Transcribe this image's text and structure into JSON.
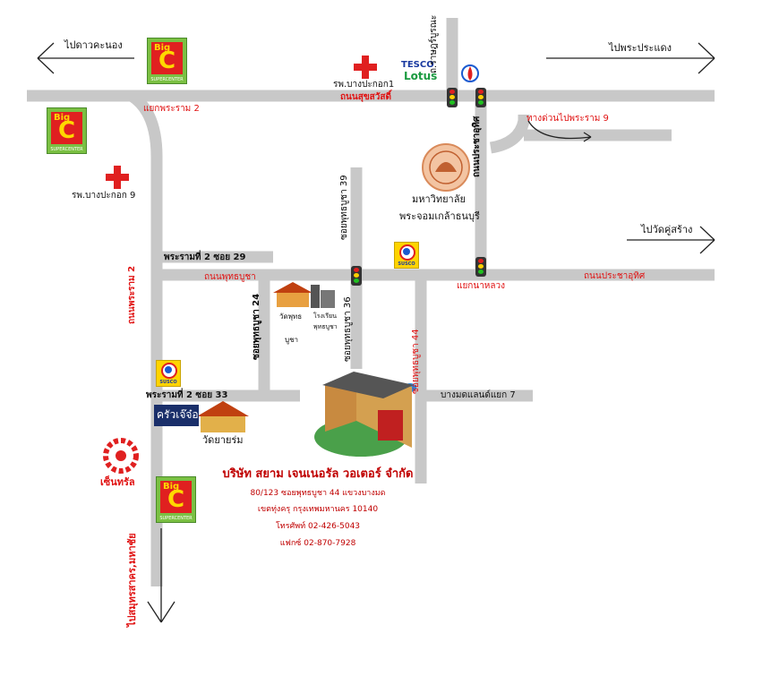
{
  "labels": {
    "to_dao_khanong": "ไปดาวคะนอง",
    "to_phra_pradaeng": "ไปพระประแดง",
    "to_wat_khu_sang": "ไปวัดคู่สร้าง",
    "to_samut_sakhon": "ไปสมุทรสาคร,มหาชัย",
    "yaek_rama2": "แยกพระราม 2",
    "hospital_1": "รพ.บางปะกอก1",
    "road_suksawat": "ถนนสุขสวัสดิ์",
    "rat_burana": "ถ.ราษฎร์บูรณะ",
    "tesco_top": "TESCO",
    "tesco_bottom": "Lotus",
    "expressway": "ทางด่วนไปพระราม 9",
    "road_pracha_uthit_v": "ถนนประชาอุทิศ",
    "university_1": "มหาวิทยาลัย",
    "university_2": "พระจอมเกล้าธนบุรี",
    "hospital_9": "รพ.บางปะกอก 9",
    "soi_pu_39": "ซอยพุทธบูชา 39",
    "road_rama2_v": "ถนนพระราม 2",
    "rama2_soi29": "พระรามที่ 2 ซอย 29",
    "road_phuttha_bucha": "ถนนพุทธบูชา",
    "yaek_na_luang": "แยกนาหลวง",
    "road_pracha_uthit_h": "ถนนประชาอุทิศ",
    "soi_pu_24": "ซอยพุทธบูชา 24",
    "wat_phuttha_1": "วัดพุทธ",
    "wat_phuttha_2": "บูชา",
    "school_1": "โรงเรียน",
    "school_2": "พุทธบูชา",
    "soi_pu_36": "ซอยพุทธบูชา 36",
    "soi_pu_44": "ซอยพุทธบูชา 44",
    "bang_mot_land": "บางมดแลนด์แยก 7",
    "rama2_soi33": "พระรามที่ 2 ซอย 33",
    "krua_jae_jo": "ครัวเจ๊จ๋อ",
    "wat_yai_rom": "วัดยายร่ม",
    "shinnakrit": "เซ็นทรัล",
    "bigc_b": "Big",
    "bigc_c": "C",
    "bigc_sub": "SUPERCENTER",
    "susco": "SUSCO"
  },
  "company": {
    "name": "บริษัท สยาม เจนเนอรัล วอเตอร์ จำกัด",
    "address1": "80/123 ซอยพุทธบูชา 44 แขวงบางมด",
    "address2": "เขตทุ่งครุ กรุงเทพมหานคร 10140",
    "phone": "โทรศัพท์ 02-426-5043",
    "fax": "แฟกซ์ 02-870-7928"
  },
  "colors": {
    "road": "#c8c8c8",
    "label_red": "#e01010",
    "company_red": "#c00000",
    "bigc_green": "#7bc043",
    "bigc_red": "#e02020",
    "susco_yellow": "#ffd400"
  },
  "icons": [
    "bigc-logo",
    "hospital-cross",
    "traffic-light",
    "susco-logo",
    "tesco-lotus-logo",
    "ptt-flame-icon",
    "university-seal",
    "temple-icon",
    "school-icon",
    "company-building",
    "pond-icon",
    "shinnakrit-logo"
  ]
}
